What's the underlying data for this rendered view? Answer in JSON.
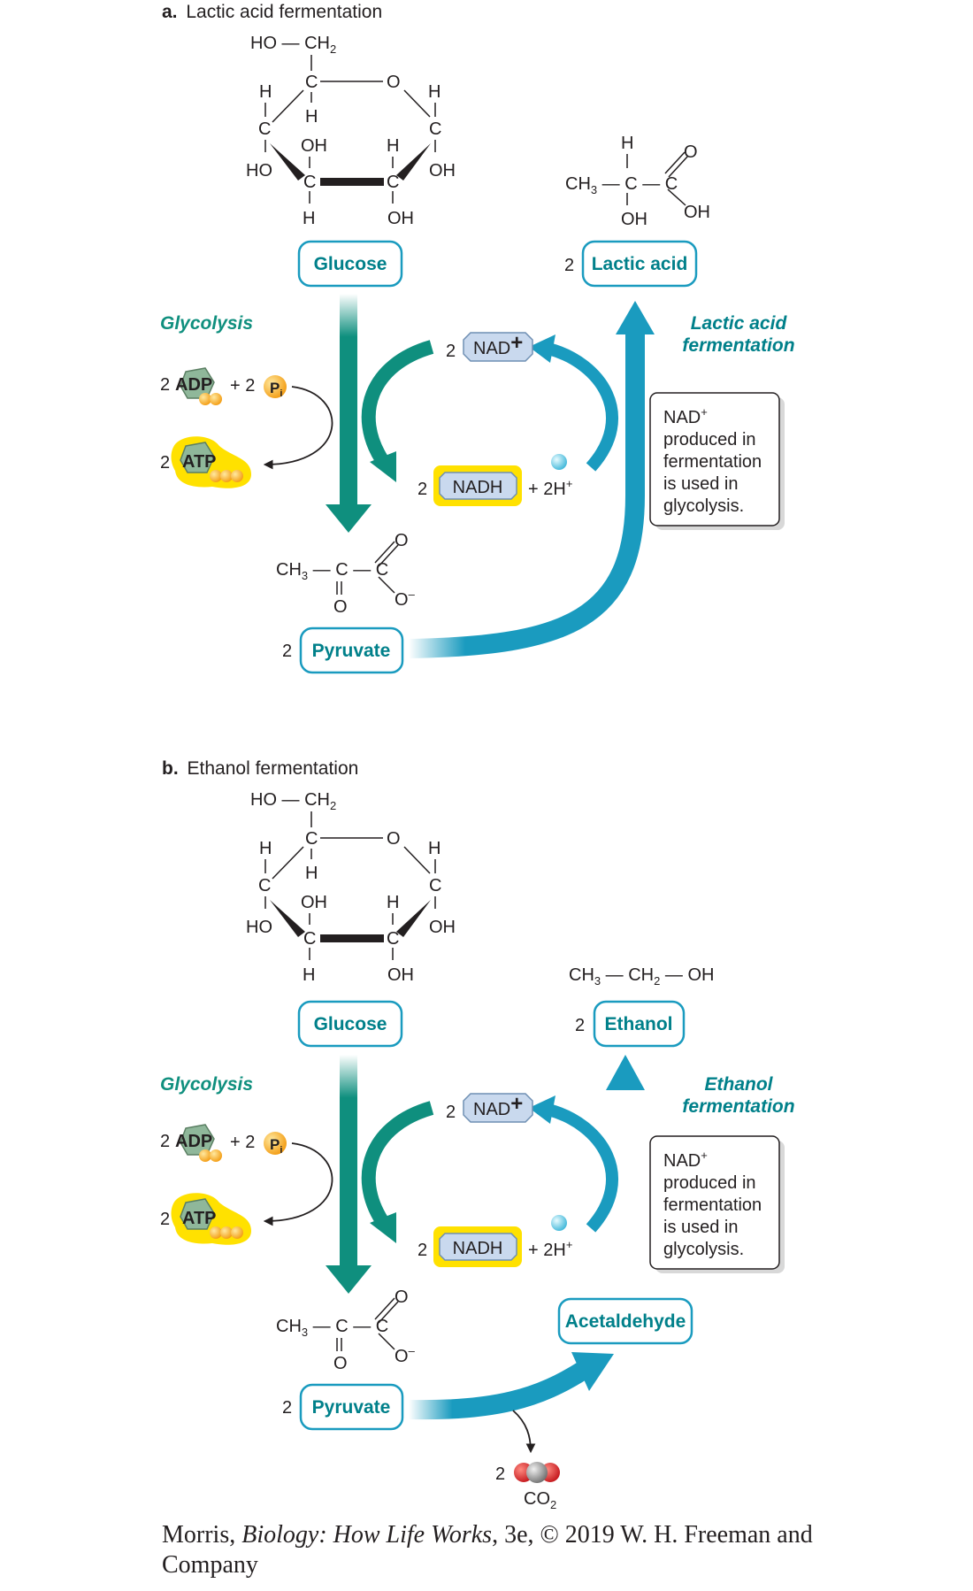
{
  "panel_a": {
    "letter": "a.",
    "title": "Lactic acid fermentation",
    "glucose": "Glucose",
    "pyruvate": "Pyruvate",
    "product": "Lactic acid",
    "product_count": "2",
    "pyruvate_count": "2",
    "glycolysis": "Glycolysis",
    "fermentation_l1": "Lactic acid",
    "fermentation_l2": "fermentation",
    "adp_count": "2",
    "adp": "ADP",
    "pi_plus": "+ 2",
    "pi": "P",
    "pi_sub": "i",
    "atp_count": "2",
    "atp": "ATP",
    "nad_count": "2",
    "nad": "NAD",
    "nad_sup": "+",
    "nadh_count": "2",
    "nadh": "NADH",
    "h_plus": "+ 2H",
    "h_plus_sup": "+",
    "note_l1": "NAD",
    "note_l1_sup": "+",
    "note_l2": "produced in",
    "note_l3": "fermentation",
    "note_l4": "is used in",
    "note_l5": "glycolysis."
  },
  "panel_b": {
    "letter": "b.",
    "title": "Ethanol fermentation",
    "glucose": "Glucose",
    "pyruvate": "Pyruvate",
    "product": "Ethanol",
    "product_count": "2",
    "pyruvate_count": "2",
    "intermediate": "Acetaldehyde",
    "glycolysis": "Glycolysis",
    "fermentation_l1": "Ethanol",
    "fermentation_l2": "fermentation",
    "adp_count": "2",
    "adp": "ADP",
    "pi_plus": "+ 2",
    "pi": "P",
    "pi_sub": "i",
    "atp_count": "2",
    "atp": "ATP",
    "nad_count": "2",
    "nad": "NAD",
    "nad_sup": "+",
    "nadh_count": "2",
    "nadh": "NADH",
    "h_plus": "+ 2H",
    "h_plus_sup": "+",
    "co2_count": "2",
    "co2": "CO",
    "co2_sub": "2",
    "ethanol_formula": "CH₃ — CH₂ — OH",
    "note_l1": "NAD",
    "note_l1_sup": "+",
    "note_l2": "produced in",
    "note_l3": "fermentation",
    "note_l4": "is used in",
    "note_l5": "glycolysis."
  },
  "credit": {
    "prefix": "Morris, ",
    "book": "Biology: How Life Works",
    "suffix": ", 3e, © 2019 W. H. Freeman and Company"
  },
  "colors": {
    "glycolysis_green": "#0f8f7e",
    "fermentation_blue": "#1a9bbf",
    "label_teal": "#00808a",
    "nad_fill": "#c9d9ee",
    "nadh_yellow": "#ffe100",
    "atp_green": "#8fb79a",
    "phosphate_orange": "#f6a81c"
  }
}
